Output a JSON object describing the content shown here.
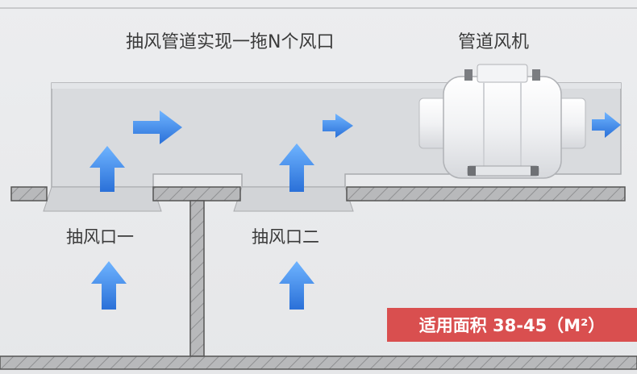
{
  "title": "抽风管道实现一拖N个风口",
  "fan_label": "管道风机",
  "intake_1": "抽风口一",
  "intake_2": "抽风口二",
  "area_badge": "适用面积 38-45（M²）",
  "colors": {
    "arrow": "#3a86ea",
    "badge": "#d94f4f",
    "duct": "#d7d9dc",
    "hatch": "#9a9a9a"
  }
}
